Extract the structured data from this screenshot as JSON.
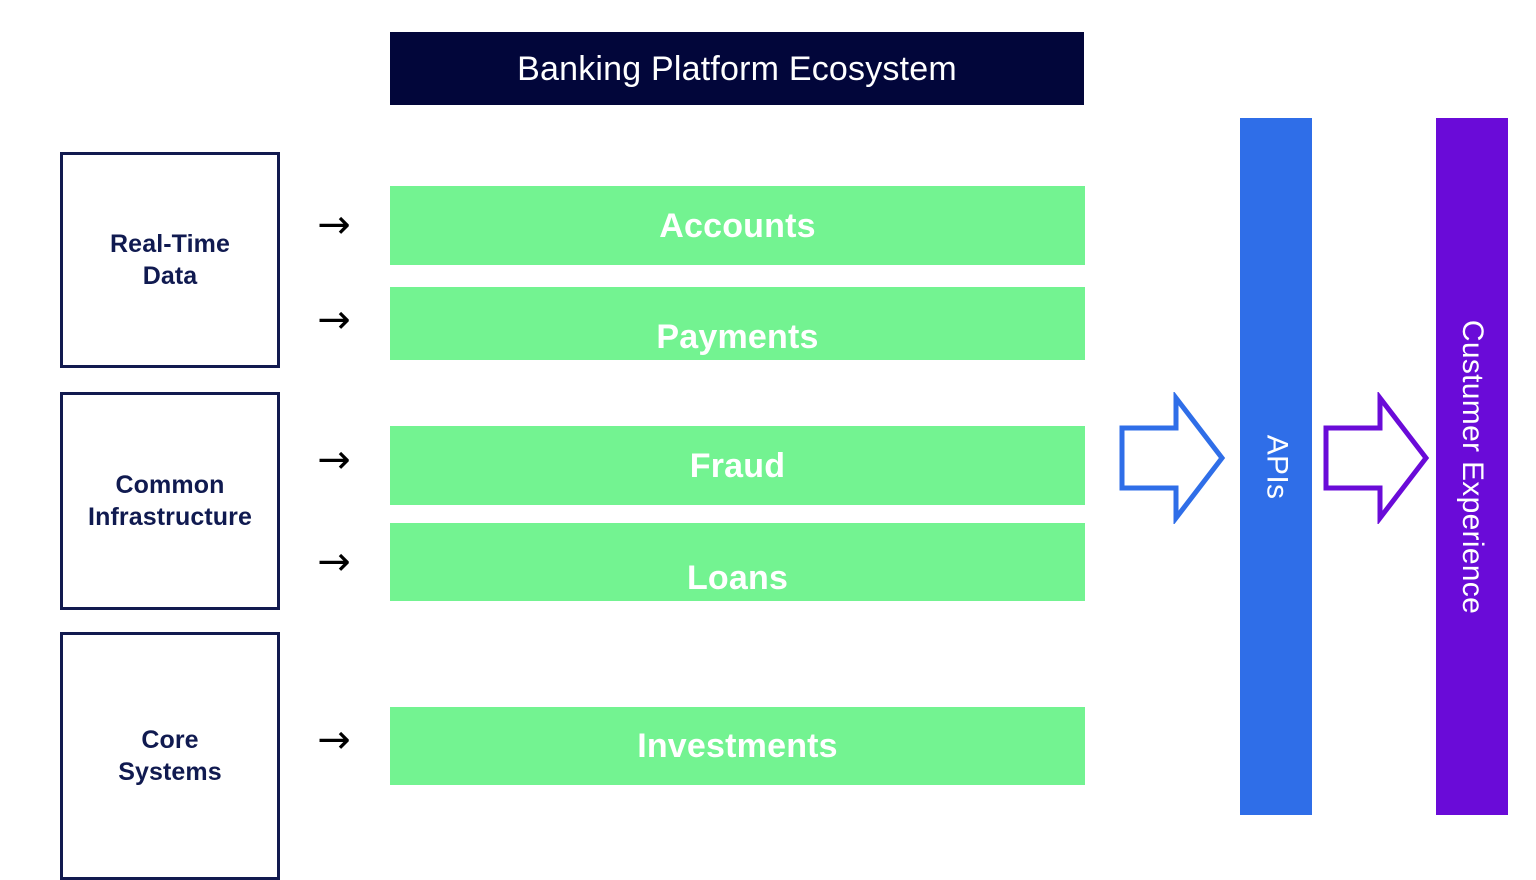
{
  "title": {
    "text": "Banking Platform Ecosystem",
    "background_color": "#02063A",
    "text_color": "#FFFFFF"
  },
  "sources": {
    "border_color": "#121A4F",
    "text_color": "#101A50",
    "items": [
      {
        "label": "Real-Time\nData"
      },
      {
        "label": "Common\nInfrastructure"
      },
      {
        "label": "Core\nSystems"
      }
    ]
  },
  "connectors": {
    "glyph": "→",
    "color": "#000000",
    "items": [
      {
        "name": "arrow-to-accounts"
      },
      {
        "name": "arrow-to-payments"
      },
      {
        "name": "arrow-to-fraud"
      },
      {
        "name": "arrow-to-loans"
      },
      {
        "name": "arrow-to-investments"
      }
    ]
  },
  "capabilities": {
    "background_color": "#73F391",
    "text_color": "#FFFFFF",
    "items": [
      {
        "label": "Accounts"
      },
      {
        "label": "Payments"
      },
      {
        "label": "Fraud"
      },
      {
        "label": "Loans"
      },
      {
        "label": "Investments"
      }
    ]
  },
  "flow_arrows": [
    {
      "name": "block-arrow-to-apis",
      "stroke_color": "#2F6EE8",
      "fill_color": "#FFFFFF"
    },
    {
      "name": "block-arrow-to-customer-experience",
      "stroke_color": "#6A0BD8",
      "fill_color": "#FFFFFF"
    }
  ],
  "channels": [
    {
      "label": "APIs",
      "background_color": "#2F6EE8",
      "text_color": "#FFFFFF"
    },
    {
      "label": "Custumer Experience",
      "background_color": "#6A0BD8",
      "text_color": "#FFFFFF"
    }
  ]
}
